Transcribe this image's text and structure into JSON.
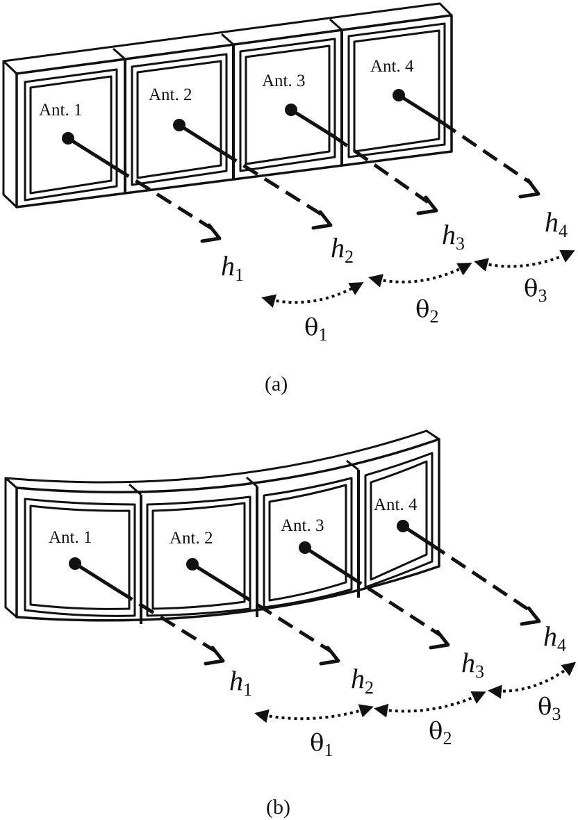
{
  "panels": [
    {
      "caption": "(a)",
      "antennas": [
        "Ant. 1",
        "Ant. 2",
        "Ant. 3",
        "Ant. 4"
      ],
      "channels": [
        {
          "symbol": "h",
          "index": "1"
        },
        {
          "symbol": "h",
          "index": "2"
        },
        {
          "symbol": "h",
          "index": "3"
        },
        {
          "symbol": "h",
          "index": "4"
        }
      ],
      "angles": [
        {
          "symbol": "θ",
          "index": "1"
        },
        {
          "symbol": "θ",
          "index": "2"
        },
        {
          "symbol": "θ",
          "index": "3"
        }
      ]
    },
    {
      "caption": "(b)",
      "antennas": [
        "Ant. 1",
        "Ant. 2",
        "Ant. 3",
        "Ant. 4"
      ],
      "channels": [
        {
          "symbol": "h",
          "index": "1"
        },
        {
          "symbol": "h",
          "index": "2"
        },
        {
          "symbol": "h",
          "index": "3"
        },
        {
          "symbol": "h",
          "index": "4"
        }
      ],
      "angles": [
        {
          "symbol": "θ",
          "index": "1"
        },
        {
          "symbol": "θ",
          "index": "2"
        },
        {
          "symbol": "θ",
          "index": "3"
        }
      ]
    }
  ]
}
